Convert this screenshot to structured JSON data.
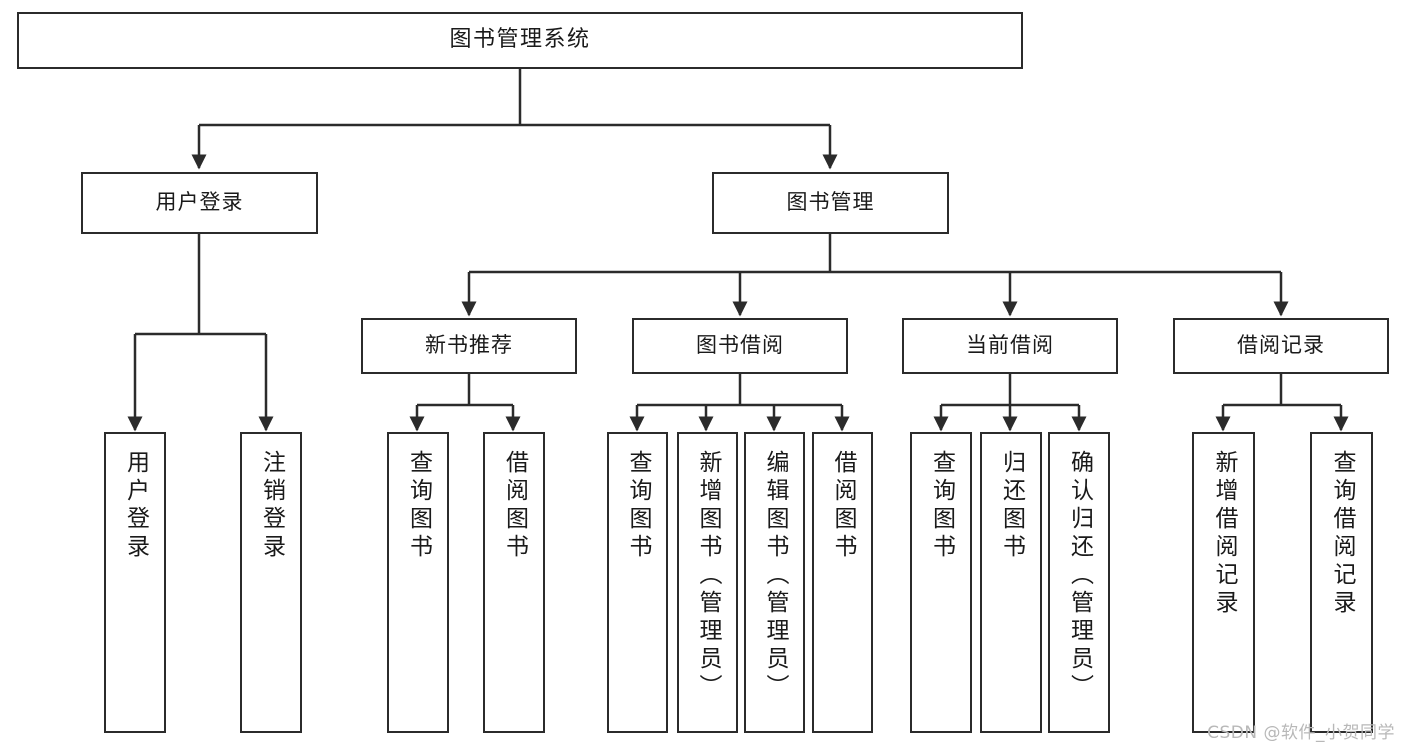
{
  "diagram": {
    "type": "tree",
    "title": "图书管理系统",
    "orientation": "top-down",
    "colors": {
      "box_border": "#2b2b2b",
      "box_fill": "#ffffff",
      "edge": "#2b2b2b",
      "text": "#1a1a1a",
      "watermark": "#b8b8b8",
      "background": "#ffffff"
    }
  },
  "nodes": {
    "root": {
      "label": "图书管理系统"
    },
    "level1": [
      {
        "label": "用户登录"
      },
      {
        "label": "图书管理"
      }
    ],
    "level2": [
      {
        "label": "新书推荐"
      },
      {
        "label": "图书借阅"
      },
      {
        "label": "当前借阅"
      },
      {
        "label": "借阅记录"
      }
    ],
    "leaves": {
      "user_login": [
        {
          "label": "用户登录"
        },
        {
          "label": "注销登录"
        }
      ],
      "new_book_recommend": [
        {
          "label": "查询图书"
        },
        {
          "label": "借阅图书"
        }
      ],
      "book_borrow": [
        {
          "label": "查询图书"
        },
        {
          "label": "新增图书（管理员）"
        },
        {
          "label": "编辑图书（管理员）"
        },
        {
          "label": "借阅图书"
        }
      ],
      "current_borrow": [
        {
          "label": "查询图书"
        },
        {
          "label": "归还图书"
        },
        {
          "label": "确认归还（管理员）"
        }
      ],
      "borrow_record": [
        {
          "label": "新增借阅记录"
        },
        {
          "label": "查询借阅记录"
        }
      ]
    }
  },
  "watermark": {
    "text": "CSDN @软件_小贺同学"
  }
}
